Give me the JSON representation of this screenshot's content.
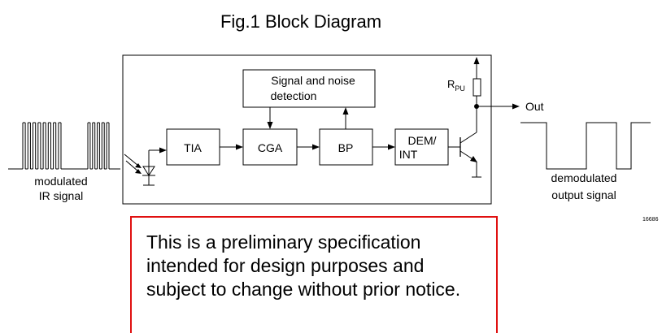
{
  "figure": {
    "title": "Fig.1 Block Diagram",
    "code": "16686"
  },
  "blocks": {
    "tia": "TIA",
    "cga": "CGA",
    "bp": "BP",
    "dem_line1": "DEM/",
    "dem_line2": "INT",
    "detect_line1": "Signal and noise",
    "detect_line2": "detection"
  },
  "labels": {
    "rpu_main": "R",
    "rpu_sub": "PU",
    "out": "Out",
    "input_line1": "modulated",
    "input_line2": "IR signal",
    "output_line1": "demodulated",
    "output_line2": "output signal"
  },
  "notice": {
    "text": "This is a preliminary specification intended for design purposes and subject to change without prior notice."
  }
}
